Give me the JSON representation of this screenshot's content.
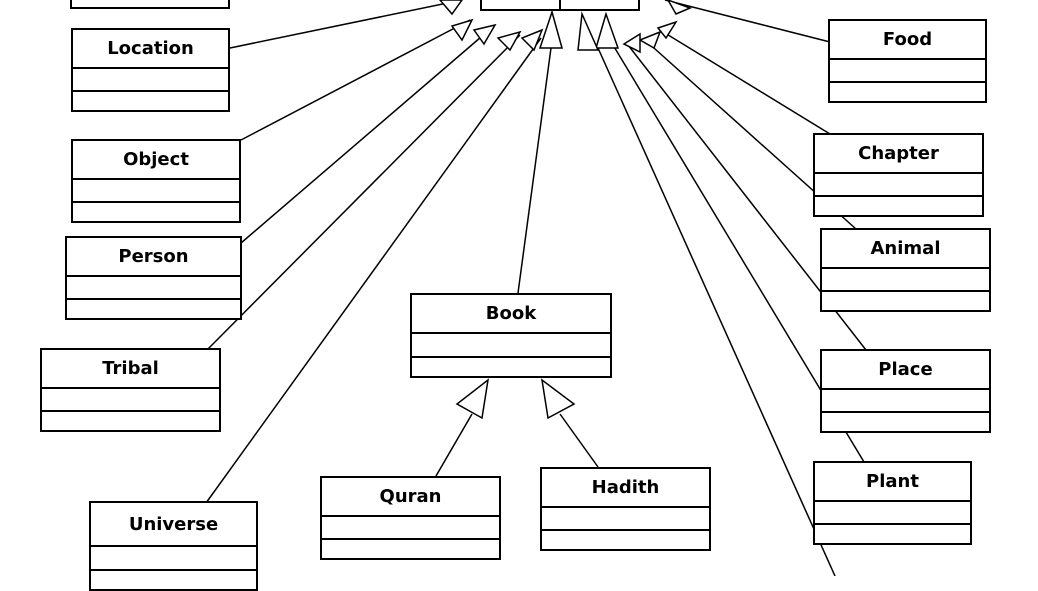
{
  "diagram": {
    "classes": {
      "location": {
        "name": "Location"
      },
      "object": {
        "name": "Object"
      },
      "person": {
        "name": "Person"
      },
      "tribal": {
        "name": "Tribal"
      },
      "universe": {
        "name": "Universe"
      },
      "book": {
        "name": "Book"
      },
      "quran": {
        "name": "Quran"
      },
      "hadith": {
        "name": "Hadith"
      },
      "food": {
        "name": "Food"
      },
      "chapter": {
        "name": "Chapter"
      },
      "animal": {
        "name": "Animal"
      },
      "place": {
        "name": "Place"
      },
      "plant": {
        "name": "Plant"
      }
    },
    "relations": [
      {
        "type": "generalization",
        "from": "location",
        "to": "parent"
      },
      {
        "type": "generalization",
        "from": "object",
        "to": "parent"
      },
      {
        "type": "generalization",
        "from": "person",
        "to": "parent"
      },
      {
        "type": "generalization",
        "from": "tribal",
        "to": "parent"
      },
      {
        "type": "generalization",
        "from": "universe",
        "to": "parent"
      },
      {
        "type": "generalization",
        "from": "book",
        "to": "parent"
      },
      {
        "type": "generalization",
        "from": "food",
        "to": "parent"
      },
      {
        "type": "generalization",
        "from": "chapter",
        "to": "parent"
      },
      {
        "type": "generalization",
        "from": "animal",
        "to": "parent"
      },
      {
        "type": "generalization",
        "from": "place",
        "to": "parent"
      },
      {
        "type": "generalization",
        "from": "plant",
        "to": "parent"
      },
      {
        "type": "generalization",
        "from": "offscreen-bottom",
        "to": "parent"
      },
      {
        "type": "generalization",
        "from": "quran",
        "to": "book"
      },
      {
        "type": "generalization",
        "from": "hadith",
        "to": "book"
      }
    ]
  }
}
